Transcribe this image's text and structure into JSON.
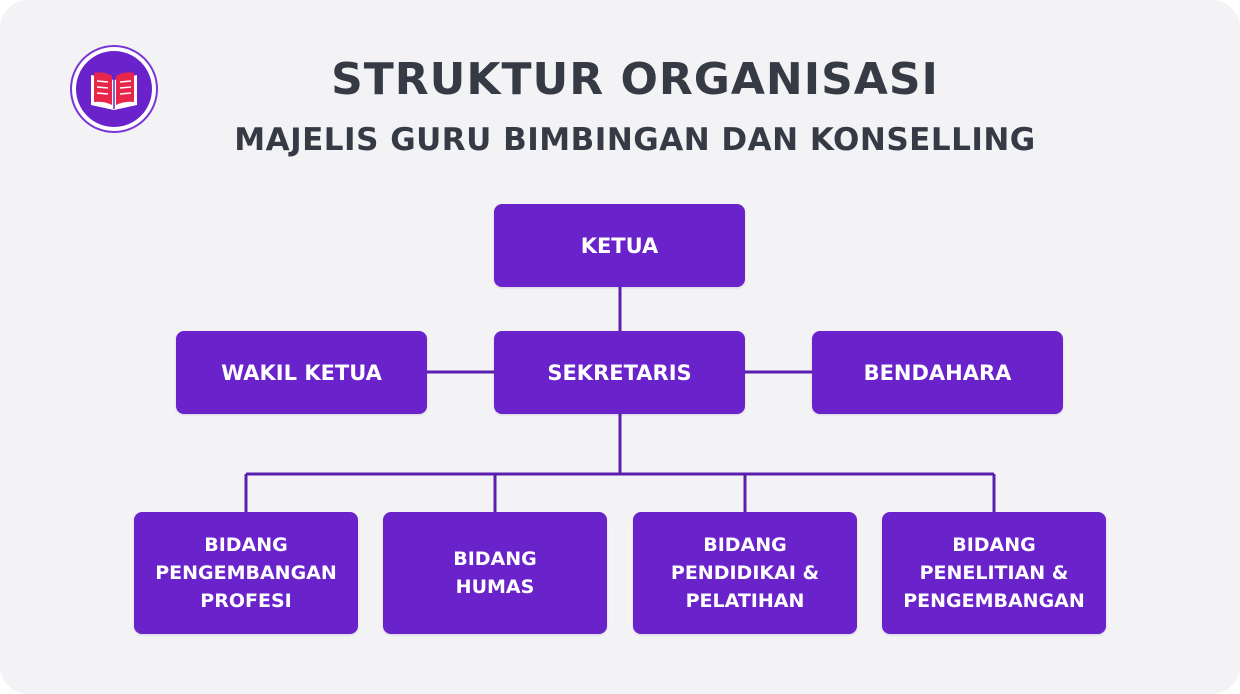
{
  "header": {
    "title": "STRUKTUR ORGANISASI",
    "subtitle": "MAJELIS GURU BIMBINGAN DAN KONSELLING",
    "logo_icon": "open-book-icon"
  },
  "org": {
    "ketua": "KETUA",
    "wakil_ketua": "WAKIL KETUA",
    "sekretaris": "SEKRETARIS",
    "bendahara": "BENDAHARA",
    "bidang": [
      "BIDANG\nPENGEMBANGAN\nPROFESI",
      "BIDANG\nHUMAS",
      "BIDANG\nPENDIDIKAI &\nPELATIHAN",
      "BIDANG\nPENELITIAN &\nPENGEMBANGAN"
    ]
  },
  "colors": {
    "box": "#6a22cb",
    "connector": "#5b1fb0",
    "title": "#363a44",
    "background": "#f3f2f4",
    "logo_ring": "#7a35d6",
    "logo_book": "#e8264a"
  }
}
